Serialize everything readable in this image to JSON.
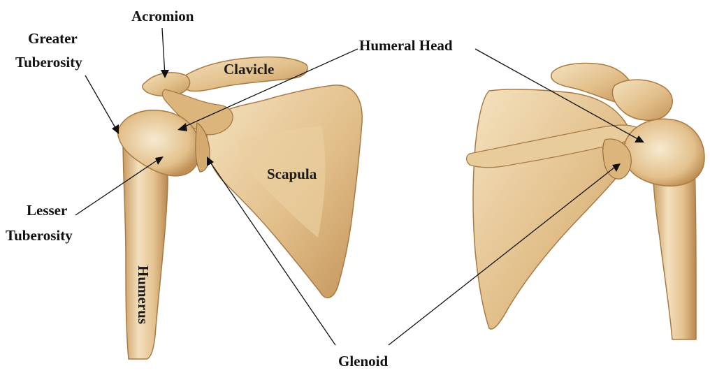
{
  "labels": {
    "acromion": "Acromion",
    "greater_tuberosity_1": "Greater",
    "greater_tuberosity_2": "Tuberosity",
    "clavicle": "Clavicle",
    "humeral_head": "Humeral Head",
    "scapula": "Scapula",
    "lesser_tuberosity_1": "Lesser",
    "lesser_tuberosity_2": "Tuberosity",
    "humerus": "Humerus",
    "glenoid": "Glenoid"
  },
  "colors": {
    "bone_light": "#f1dcb4",
    "bone_mid": "#ddb77f",
    "bone_dark": "#b88a52",
    "background": "#ffffff"
  }
}
